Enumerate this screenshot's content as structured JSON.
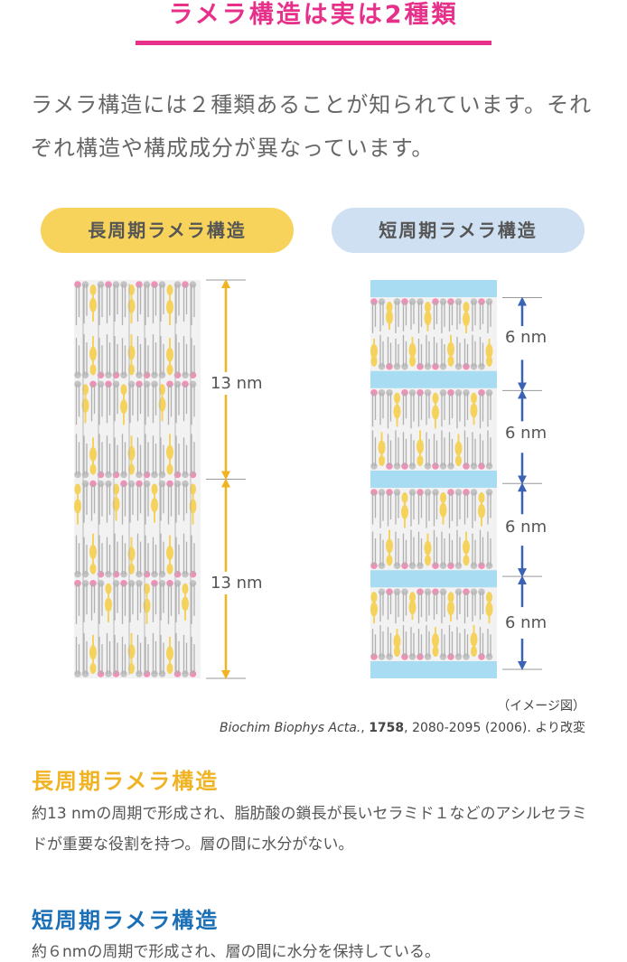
{
  "header": {
    "title": "ラメラ構造は実は2種類"
  },
  "intro": {
    "text": "ラメラ構造には２種類あることが知られています。それぞれ構造や構成成分が異なっています。"
  },
  "pills": {
    "long": "長周期ラメラ構造",
    "short": "短周期ラメラ構造"
  },
  "diagram": {
    "long_labels": [
      "13 nm",
      "13 nm"
    ],
    "short_labels": [
      "6 nm",
      "6 nm",
      "6 nm",
      "6 nm"
    ]
  },
  "caption": {
    "line1": "（イメージ図）",
    "journal": "Biochim Biophys Acta.",
    "volume": "1758",
    "rest": "2080-2095 (2006). より改変"
  },
  "sections": {
    "long_title": "長周期ラメラ構造",
    "long_text": "約13 nmの周期で形成され、脂肪酸の鎖長が長いセラミド１などのアシルセラミドが重要な役割を持つ。層の間に水分がない。",
    "short_title": "短周期ラメラ構造",
    "short_text": "約６nmの周期で形成され、層の間に水分を保持している。"
  },
  "colors": {
    "accent_pink": "#e6308a",
    "yellow": "#f7d35b",
    "light_blue": "#cfe0f3",
    "water_blue": "#a8dcf2",
    "arrow_yellow": "#f0b323",
    "arrow_blue": "#3b63b5",
    "lipid_gray": "#c4c4c4",
    "lipid_pink": "#f08fb7",
    "lipid_yellow": "#f5d25c"
  }
}
